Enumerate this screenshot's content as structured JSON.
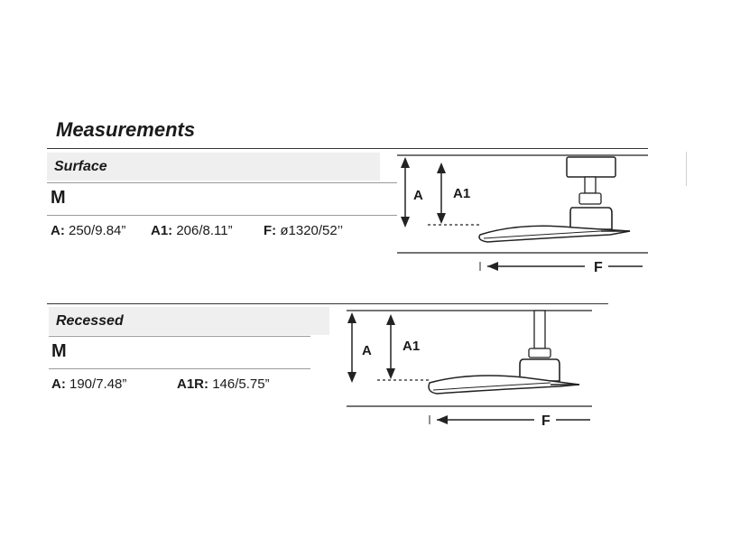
{
  "title": "Measurements",
  "sections": [
    {
      "type": "Surface",
      "size": "M",
      "specs": [
        {
          "label": "A:",
          "value": "250/9.84”"
        },
        {
          "label": "A1:",
          "value": "206/8.11”"
        },
        {
          "label": "F:",
          "value": "ø1320/52’’"
        }
      ],
      "diagram_labels": {
        "a": "A",
        "a1": "A1",
        "f": "F"
      }
    },
    {
      "type": "Recessed",
      "size": "M",
      "specs": [
        {
          "label": "A:",
          "value": "190/7.48”"
        },
        {
          "label": "A1R:",
          "value": "146/5.75”"
        }
      ],
      "diagram_labels": {
        "a": "A",
        "a1": "A1",
        "f": "F"
      }
    }
  ]
}
